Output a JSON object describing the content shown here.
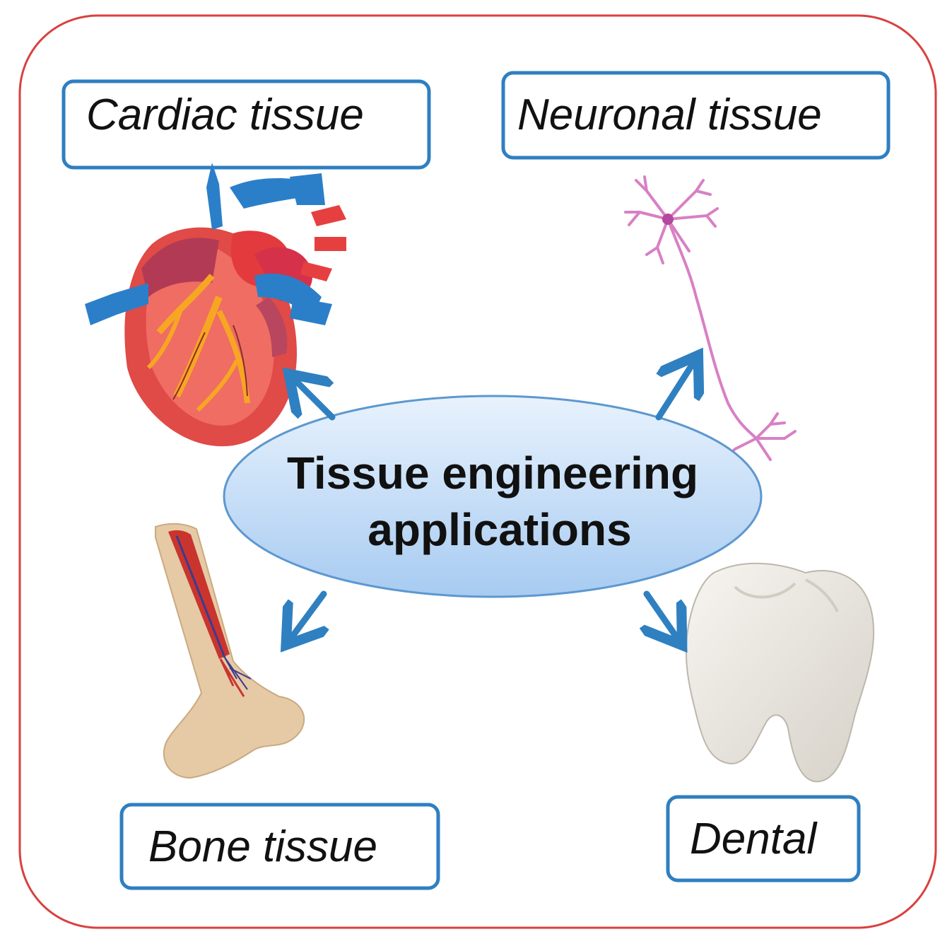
{
  "center": {
    "line1": "Tissue engineering",
    "line2": "applications"
  },
  "labels": {
    "cardiac": "Cardiac tissue",
    "neuronal": "Neuronal tissue",
    "bone": "Bone tissue",
    "dental": "Dental"
  },
  "icons": {
    "cardiac": "heart-icon",
    "neuronal": "neuron-icon",
    "bone": "bone-icon",
    "dental": "tooth-icon"
  },
  "colors": {
    "frame": "#d9403f",
    "label_border": "#2f7fc0",
    "arrow": "#2f80c0",
    "ellipse_fill_top": "#e6f1fd",
    "ellipse_fill_bottom": "#a9cdf2",
    "ellipse_stroke": "#5d98cf",
    "neuron": "#d880c4"
  }
}
